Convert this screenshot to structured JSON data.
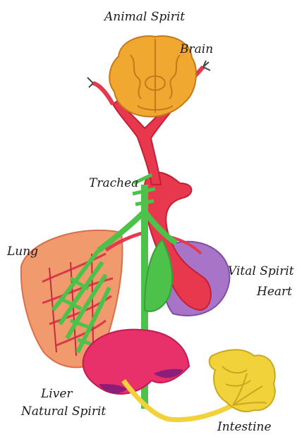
{
  "labels": {
    "animal_spirit": "Animal Spirit",
    "brain": "Brain",
    "trachea": "Trachea",
    "lung": "Lung",
    "vital_spirit": "Vital Spirit",
    "heart": "Heart",
    "liver": "Liver",
    "natural_spirit": "Natural Spirit",
    "intestine": "Intestine"
  },
  "colors": {
    "brain": "#f0a830",
    "brain_outline": "#c7781a",
    "artery": "#e8384e",
    "artery_dark": "#c21f38",
    "green_vessel": "#4cc24a",
    "heart": "#a874c8",
    "lung": "#f09a6e",
    "liver": "#e8306a",
    "liver_dark": "#8a1e7a",
    "intestine": "#f2d23a",
    "label": "#1a1a1a"
  }
}
